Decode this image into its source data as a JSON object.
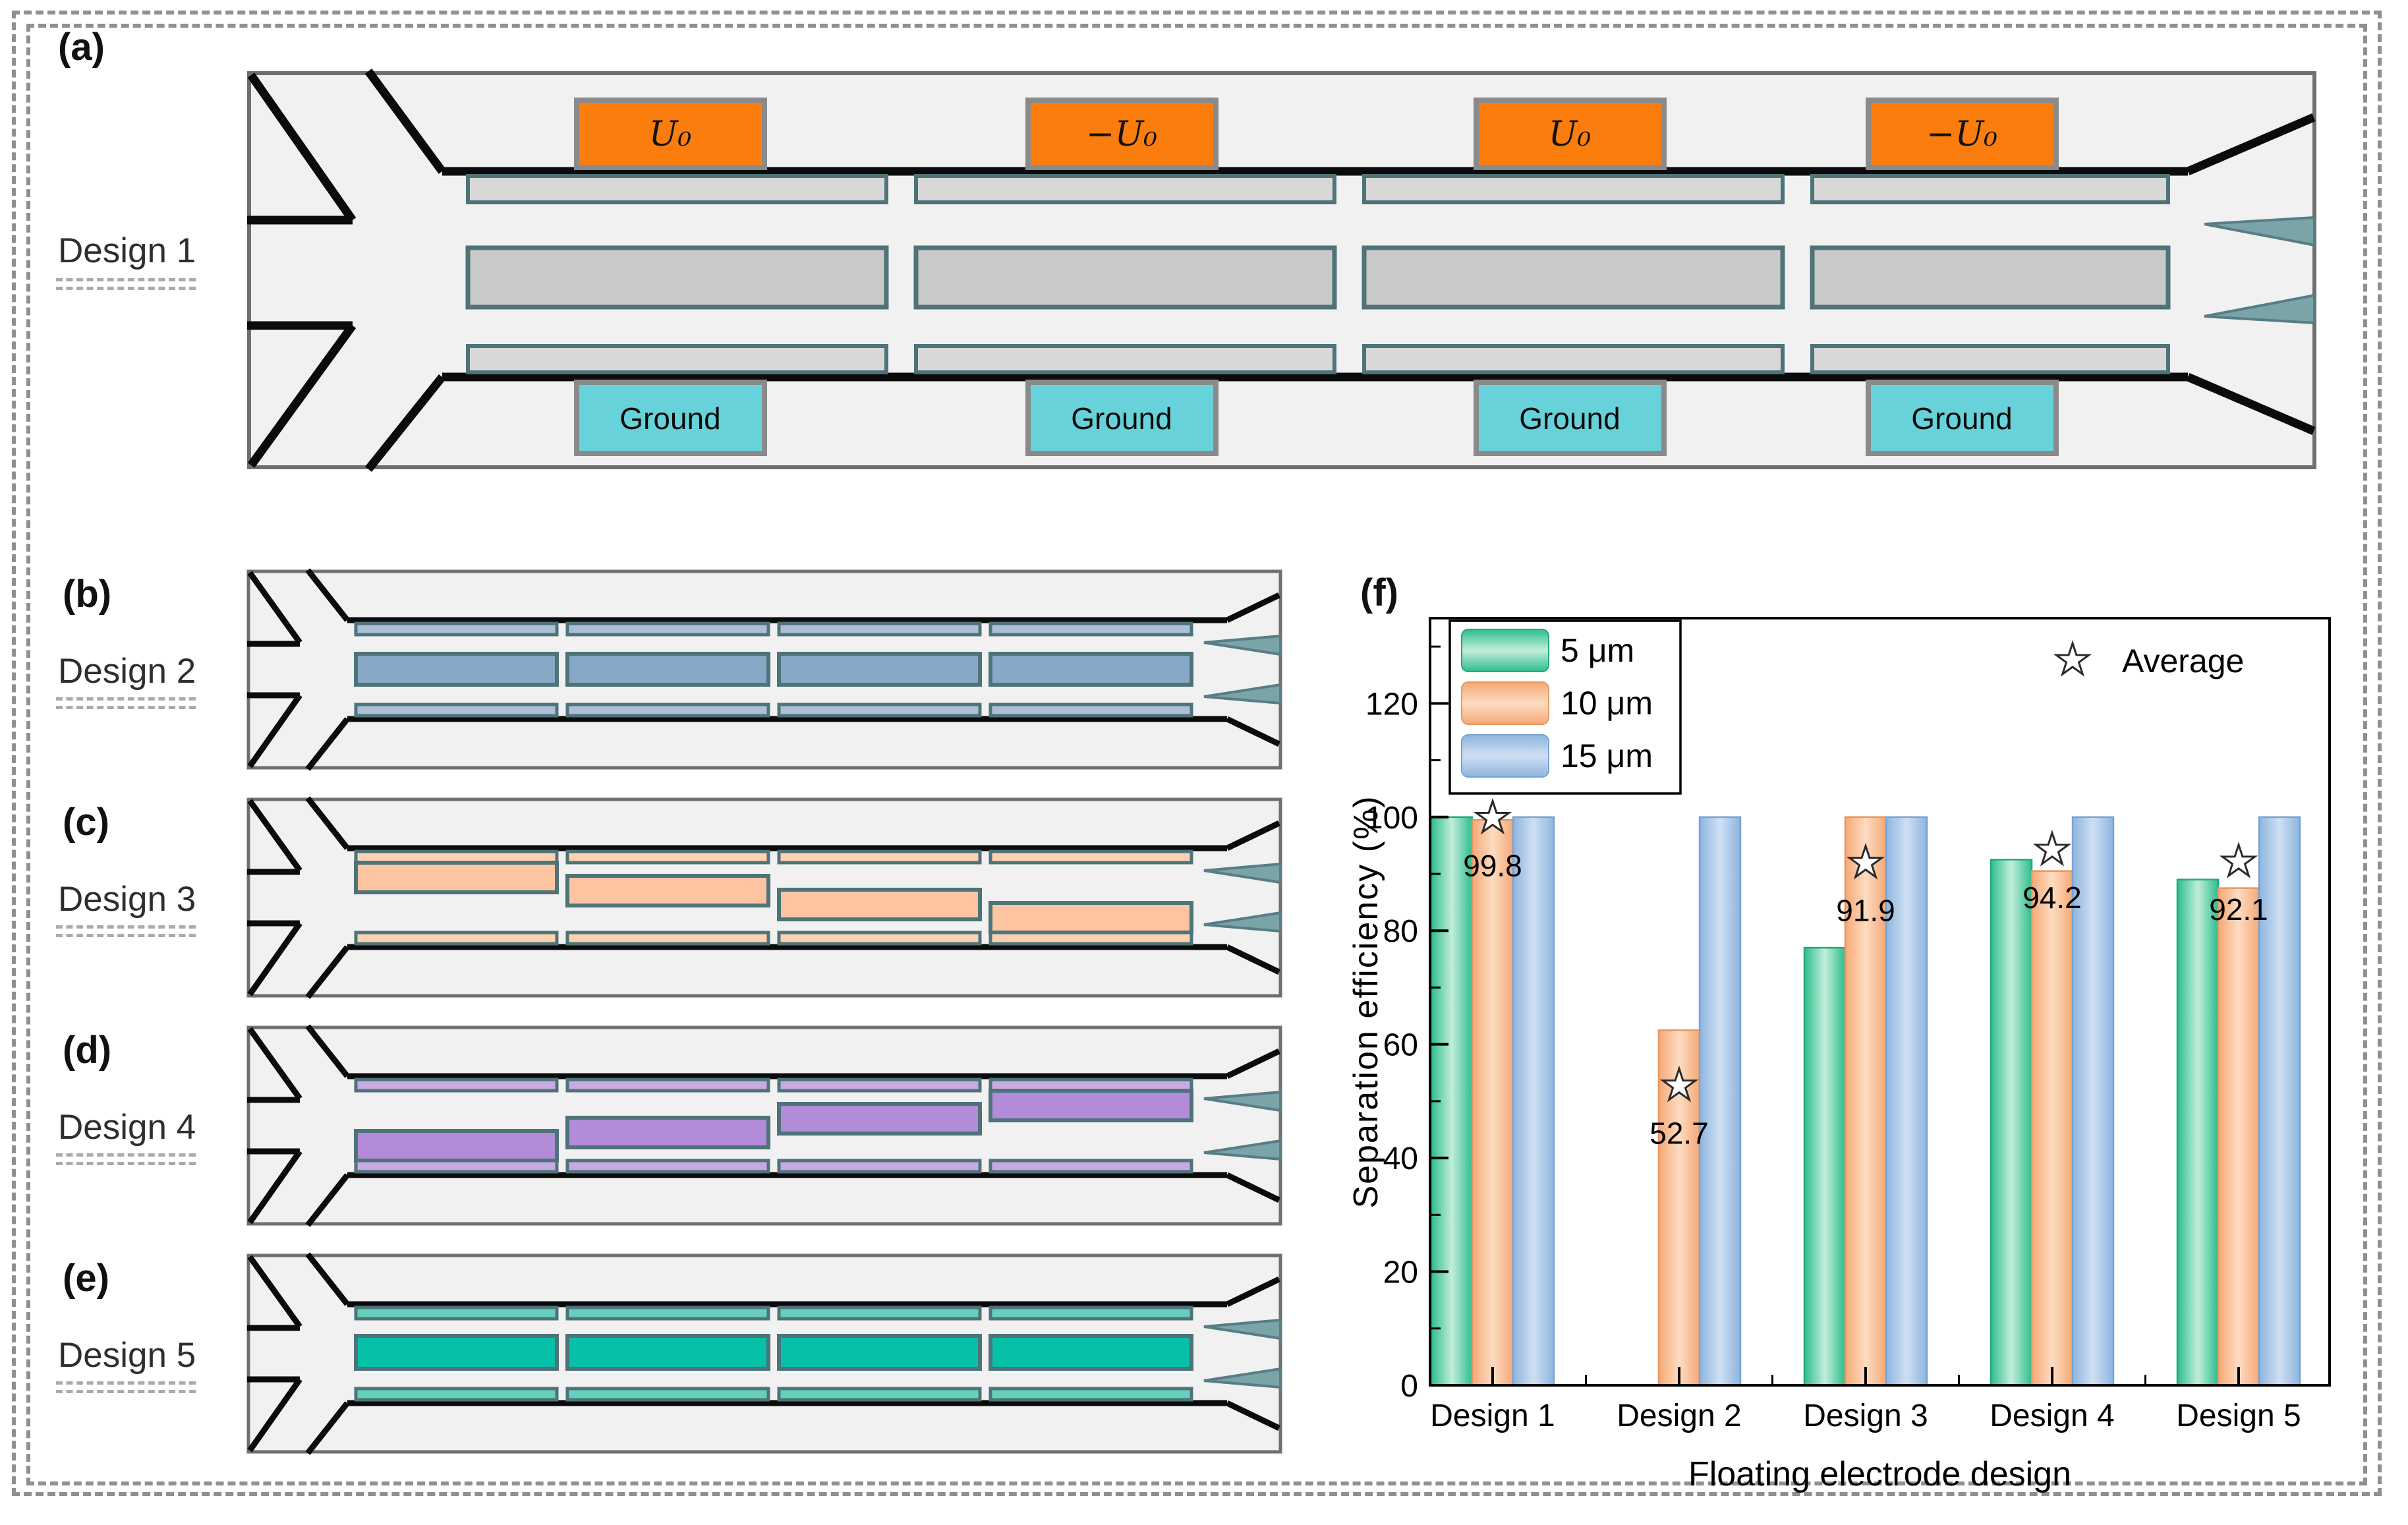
{
  "figure_labels": {
    "a": "(a)",
    "b": "(b)",
    "c": "(c)",
    "d": "(d)",
    "e": "(e)",
    "f": "(f)"
  },
  "designs": [
    {
      "label": "Design 1"
    },
    {
      "label": "Design 2"
    },
    {
      "label": "Design 3"
    },
    {
      "label": "Design 4"
    },
    {
      "label": "Design 5"
    }
  ],
  "panel_a": {
    "top_electrodes": [
      "U₀",
      "−U₀",
      "U₀",
      "−U₀"
    ],
    "bottom_electrodes": [
      "Ground",
      "Ground",
      "Ground",
      "Ground"
    ]
  },
  "colors": {
    "panel_bg": "#f1f1f1",
    "panel_border": "#6f6f6f",
    "wall": "#0b0b0b",
    "float_border": "#4e7378",
    "d1_mid": "#c9c9c9",
    "d1_thin": "#d8d8d8",
    "voltage_electrode": "#fb7d0d",
    "ground_electrode": "#68d2da",
    "pad_border": "#8a8a8a",
    "d2_mid": "#87a9c7",
    "d2_thin": "#abc0d7",
    "d3_mid": "#fcc4a0",
    "d3_thin": "#fcd2b2",
    "d4_mid": "#b28bd9",
    "d4_thin": "#c7a9e3",
    "d5_mid": "#07c0a8",
    "d5_thin": "#66d0bc",
    "outlet_arrow": "#7ba4a9",
    "outlet_arrow_border": "#567e84",
    "dash_border": "#909090"
  },
  "chart_data": {
    "type": "bar",
    "title": "",
    "categories": [
      "Design 1",
      "Design 2",
      "Design 3",
      "Design 4",
      "Design 5"
    ],
    "series": [
      {
        "name": "5  μm",
        "values": [
          100,
          0,
          77,
          92.5,
          89
        ],
        "color_dark": "#2dbd8f",
        "color_light": "#c2eed9",
        "color_stroke": "#22a87c"
      },
      {
        "name": "10 μm",
        "values": [
          99.5,
          62.5,
          100,
          90.5,
          87.5
        ],
        "color_dark": "#f5a876",
        "color_light": "#fddcc2",
        "color_stroke": "#e6975f"
      },
      {
        "name": "15 μm",
        "values": [
          100,
          100,
          100,
          100,
          100
        ],
        "color_dark": "#8db5df",
        "color_light": "#cfdff2",
        "color_stroke": "#7aa3d2"
      }
    ],
    "average": {
      "label": "Average",
      "marker": "star",
      "values": [
        99.8,
        52.7,
        91.9,
        94.2,
        92.1
      ]
    },
    "xlabel": "Floating electrode design",
    "ylabel": "Separation efficiency (%)",
    "ylim": [
      0,
      135
    ],
    "yticks_major": [
      0,
      20,
      40,
      60,
      80,
      100,
      120
    ],
    "yticks_minor": [
      10,
      30,
      50,
      70,
      90,
      110,
      130
    ],
    "legend_position": "upper-left",
    "grid": false
  }
}
